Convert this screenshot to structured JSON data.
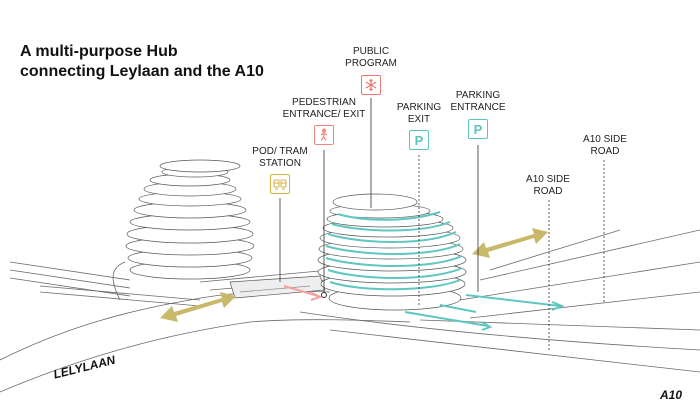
{
  "title": {
    "line1": "A multi-purpose Hub",
    "line2": "connecting Leylaan and the A10"
  },
  "labels": {
    "public_program": [
      "PUBLIC",
      "PROGRAM"
    ],
    "pedestrian": [
      "PEDESTRIAN",
      "ENTRANCE/ EXIT"
    ],
    "parking_exit": [
      "PARKING",
      "EXIT"
    ],
    "parking_entrance": [
      "PARKING",
      "ENTRANCE"
    ],
    "pod_tram": [
      "POD/ TRAM",
      "STATION"
    ],
    "a10_side_road_1": [
      "A10 SIDE",
      "ROAD"
    ],
    "a10_side_road_2": [
      "A10 SIDE",
      "ROAD"
    ]
  },
  "icons": {
    "public_program": "snowflake-icon",
    "pedestrian": "walking-person-icon",
    "parking": "parking-icon",
    "parking_letter": "P",
    "pod_tram": "tram-icon"
  },
  "roads": {
    "leylaan": "LELYLAAN",
    "a10": "A10"
  },
  "colors": {
    "public_program": "#e8746f",
    "pedestrian": "#f08a85",
    "parking": "#5cc4be",
    "pod_tram": "#d4b24c",
    "gold_arrow": "#c8b86a",
    "teal_arrow": "#5fc7c0",
    "pink_arrow": "#f2a0a0",
    "lines": "#444444"
  }
}
